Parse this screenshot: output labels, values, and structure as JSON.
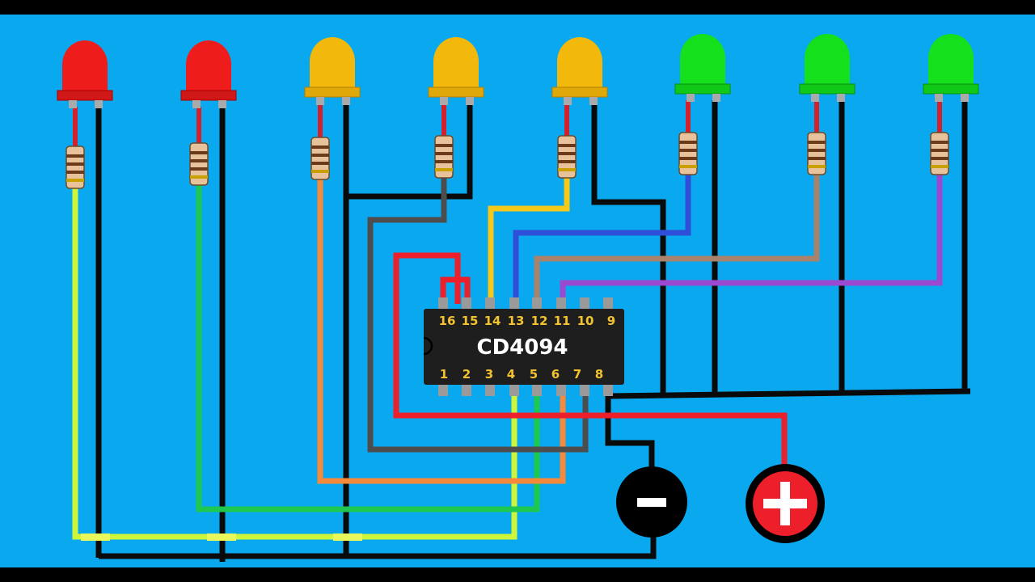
{
  "chip": {
    "name": "CD4094",
    "top_pins": [
      "16",
      "15",
      "14",
      "13",
      "12",
      "11",
      "10",
      "9"
    ],
    "bottom_pins": [
      "1",
      "2",
      "3",
      "4",
      "5",
      "6",
      "7",
      "8"
    ]
  },
  "leds": [
    {
      "color": "red"
    },
    {
      "color": "red"
    },
    {
      "color": "yellow"
    },
    {
      "color": "yellow"
    },
    {
      "color": "yellow"
    },
    {
      "color": "green"
    },
    {
      "color": "green"
    },
    {
      "color": "green"
    }
  ],
  "colors": {
    "background": "#0aa9ef",
    "red_led": "#ef1c1c",
    "yellow_led": "#f2b90c",
    "green_led": "#14e01c",
    "chip_body": "#1e1e1e",
    "wire_black": "#0a0a0a",
    "wire_red": "#ec1f2a",
    "wire_lime": "#cff53a",
    "wire_green": "#1ec850",
    "wire_orange": "#f7893a",
    "wire_gray": "#4d4d4d",
    "wire_yellow": "#f6c81a",
    "wire_blue": "#2f4fd8",
    "wire_brown": "#a8826a",
    "wire_purple": "#9b49d0"
  },
  "terminals": {
    "negative_icon": "minus-sign",
    "positive_icon": "plus-sign"
  }
}
